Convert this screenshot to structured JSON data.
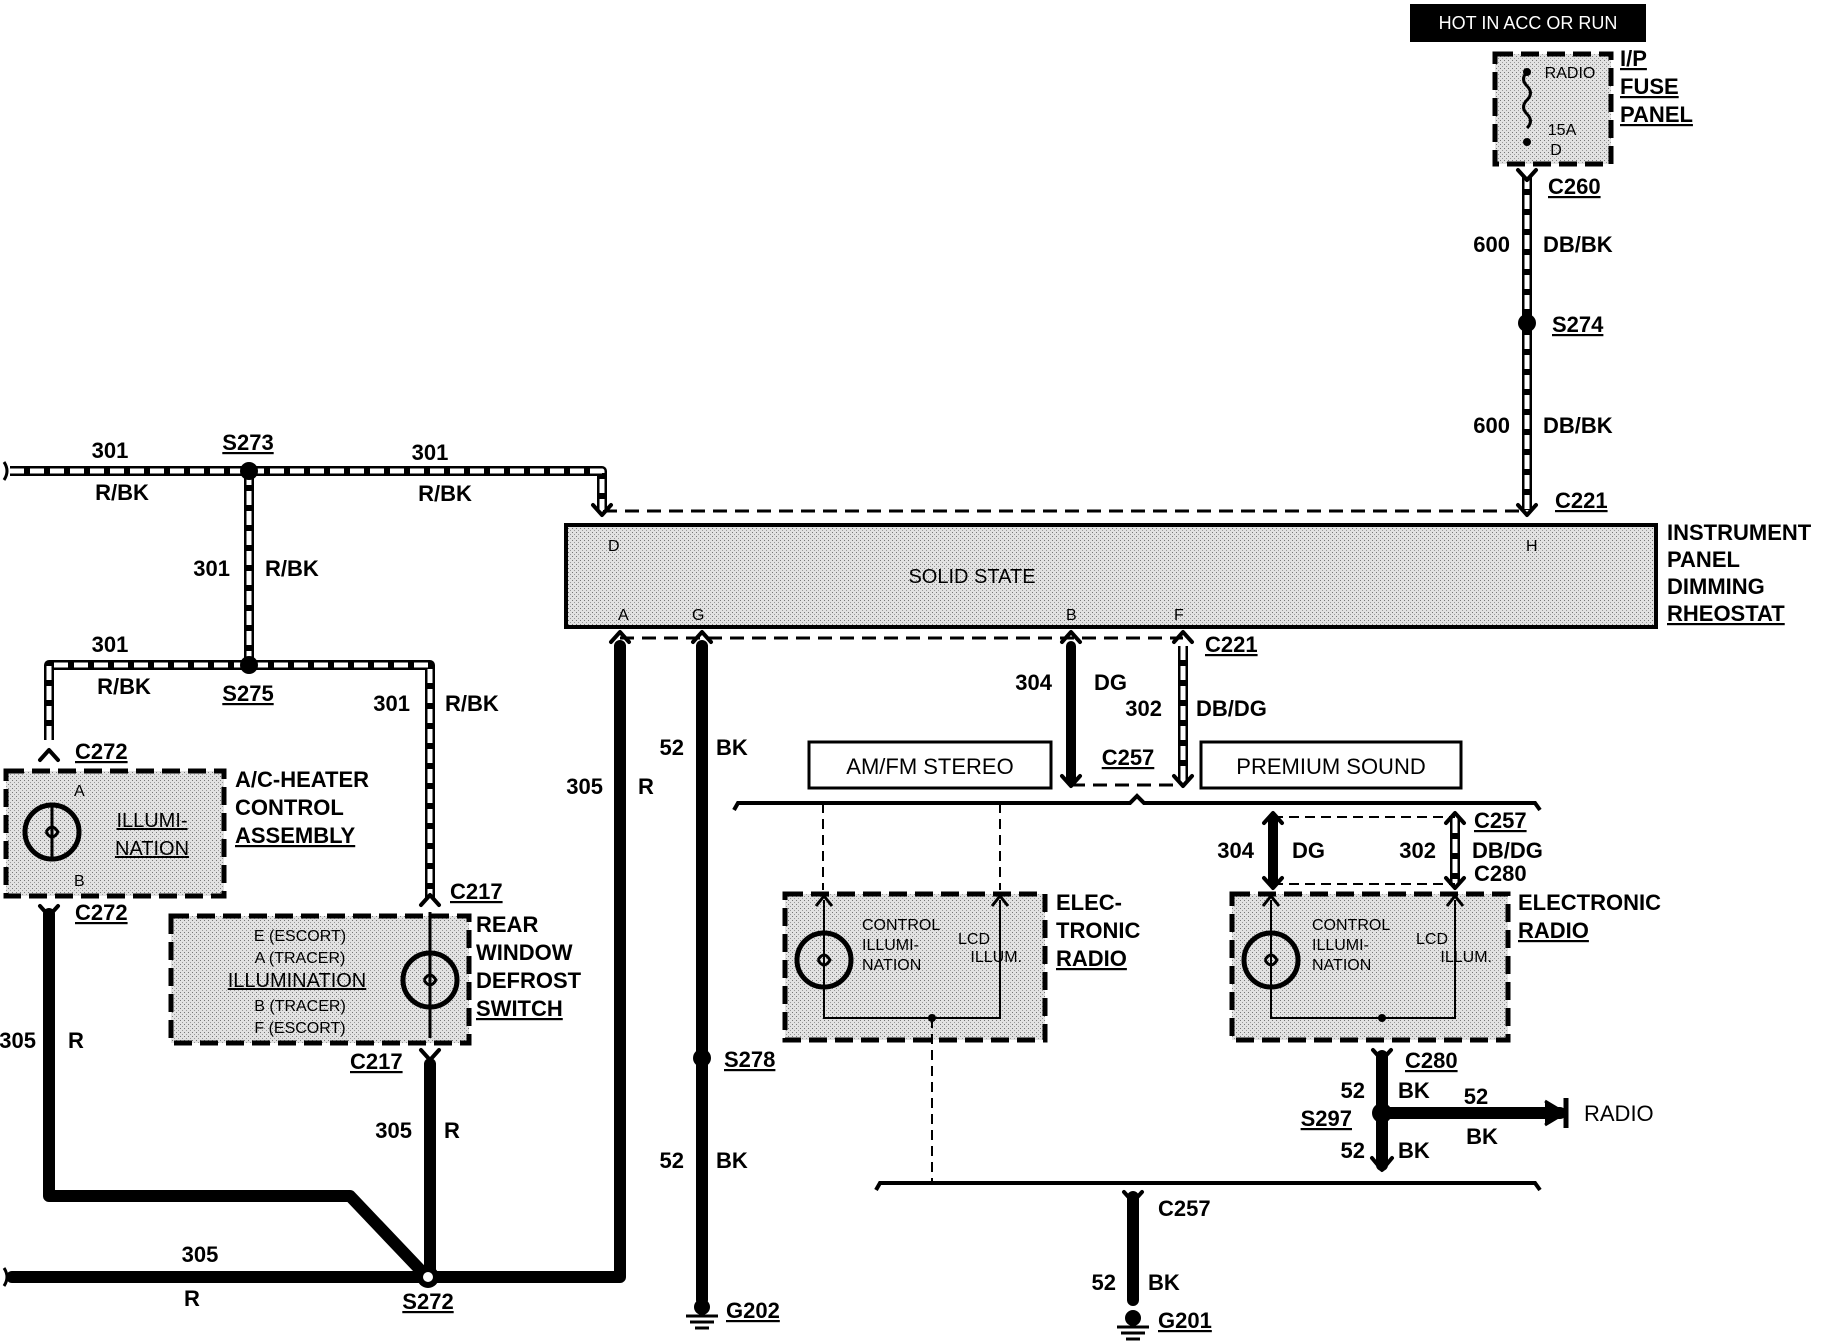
{
  "power_label": "HOT IN ACC OR RUN",
  "fuse_panel": {
    "name_lines": [
      "I/P",
      "FUSE",
      "PANEL"
    ],
    "fuse_name": "RADIO",
    "fuse_rating": "15A",
    "fuse_pin": "D"
  },
  "connectors": {
    "c260": "C260",
    "c221_top": "C221",
    "c221_bottom": "C221",
    "c272_top": "C272",
    "c272_bottom": "C272",
    "c217_top": "C217",
    "c217_bottom": "C217",
    "c257_mid": "C257",
    "c257_right": "C257",
    "c280_top": "C280",
    "c280_bottom": "C280",
    "c257_bottom": "C257"
  },
  "splices": {
    "s274": "S274",
    "s273": "S273",
    "s275": "S275",
    "s272": "S272",
    "s278": "S278",
    "s297": "S297"
  },
  "grounds": {
    "g202": "G202",
    "g201": "G201"
  },
  "rheostat": {
    "name_lines": [
      "INSTRUMENT",
      "PANEL",
      "DIMMING",
      "RHEOSTAT"
    ],
    "body": "SOLID STATE",
    "pin_d": "D",
    "pin_h": "H",
    "pin_a": "A",
    "pin_g": "G",
    "pin_b": "B",
    "pin_f": "F"
  },
  "circuits": {
    "c600_a": "600",
    "c600_a_color": "DB/BK",
    "c600_b": "600",
    "c600_b_color": "DB/BK",
    "c301_left": "301",
    "c301_left_color": "R/BK",
    "c301_right": "301",
    "c301_right_color": "R/BK",
    "c301_vert": "301",
    "c301_vert_color": "R/BK",
    "c301_lower_left": "301",
    "c301_lower_left_color": "R/BK",
    "c301_lower_right": "301",
    "c301_lower_right_color": "R/BK",
    "c305_main": "305",
    "c305_main_color": "R",
    "c305_left": "305",
    "c305_left_color": "R",
    "c305_mid": "305",
    "c305_mid_color": "R",
    "c305_bottom": "305",
    "c305_bottom_color": "R",
    "c52_a": "52",
    "c52_a_color": "BK",
    "c52_b": "52",
    "c52_b_color": "BK",
    "c304_top": "304",
    "c304_top_color": "DG",
    "c302_top": "302",
    "c302_top_color": "DB/DG",
    "c304_right": "304",
    "c304_right_color": "DG",
    "c302_right": "302",
    "c302_right_color": "DB/DG",
    "c52_c": "52",
    "c52_c_color": "BK",
    "c52_d": "52",
    "c52_d_color": "BK",
    "c52_e": "52",
    "c52_e_color": "BK",
    "c52_f": "52",
    "c52_f_color": "BK"
  },
  "components": {
    "ac_heater": {
      "name_lines": [
        "A/C-HEATER",
        "CONTROL",
        "ASSEMBLY"
      ],
      "body_lines": [
        "ILLUMI-",
        "NATION"
      ],
      "pin_a": "A",
      "pin_b": "B"
    },
    "defrost": {
      "name_lines": [
        "REAR",
        "WINDOW",
        "DEFROST",
        "SWITCH"
      ],
      "body": "ILLUMINATION",
      "pins": [
        "E (ESCORT)",
        "A (TRACER)",
        "B (TRACER)",
        "F (ESCORT)"
      ]
    },
    "radio1": {
      "name_lines": [
        "ELEC-",
        "TRONIC",
        "RADIO"
      ],
      "body_lines": [
        "CONTROL",
        "ILLUMI-",
        "NATION"
      ],
      "lcd_lines": [
        "LCD",
        "ILLUM."
      ]
    },
    "radio2": {
      "name_lines": [
        "ELECTRONIC",
        "RADIO"
      ],
      "body_lines": [
        "CONTROL",
        "ILLUMI-",
        "NATION"
      ],
      "lcd_lines": [
        "LCD",
        "ILLUM."
      ]
    }
  },
  "options": {
    "am_fm": "AM/FM STEREO",
    "premium": "PREMIUM SOUND"
  },
  "radio_label": "RADIO"
}
